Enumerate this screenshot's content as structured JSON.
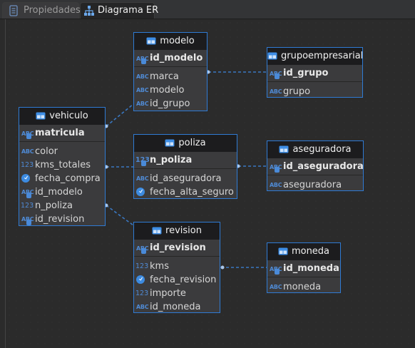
{
  "tabs": [
    {
      "label": "Propiedades",
      "active": false,
      "icon": "document-icon"
    },
    {
      "label": "Diagrama ER",
      "active": true,
      "icon": "er-diagram-icon"
    }
  ],
  "entities": {
    "modelo": {
      "title": "modelo",
      "pk": {
        "name": "id_modelo",
        "type": "string"
      },
      "attrs": [
        {
          "name": "marca",
          "type": "string"
        },
        {
          "name": "modelo",
          "type": "string"
        },
        {
          "name": "id_grupo",
          "type": "string"
        }
      ]
    },
    "grupoempresarial": {
      "title": "grupoempresarial",
      "pk": {
        "name": "id_grupo",
        "type": "string"
      },
      "attrs": [
        {
          "name": "grupo",
          "type": "string"
        }
      ]
    },
    "vehiculo": {
      "title": "vehiculo",
      "pk": {
        "name": "matricula",
        "type": "string"
      },
      "attrs": [
        {
          "name": "color",
          "type": "string"
        },
        {
          "name": "kms_totales",
          "type": "number"
        },
        {
          "name": "fecha_compra",
          "type": "date"
        },
        {
          "name": "id_modelo",
          "type": "string"
        },
        {
          "name": "n_poliza",
          "type": "number"
        },
        {
          "name": "id_revision",
          "type": "string"
        }
      ]
    },
    "poliza": {
      "title": "poliza",
      "pk": {
        "name": "n_poliza",
        "type": "number"
      },
      "attrs": [
        {
          "name": "id_aseguradora",
          "type": "string"
        },
        {
          "name": "fecha_alta_seguro",
          "type": "date"
        }
      ]
    },
    "aseguradora": {
      "title": "aseguradora",
      "pk": {
        "name": "id_aseguradora",
        "type": "string"
      },
      "attrs": [
        {
          "name": "aseguradora",
          "type": "string"
        }
      ]
    },
    "revision": {
      "title": "revision",
      "pk": {
        "name": "id_revision",
        "type": "string"
      },
      "attrs": [
        {
          "name": "kms",
          "type": "number"
        },
        {
          "name": "fecha_revision",
          "type": "date"
        },
        {
          "name": "importe",
          "type": "number"
        },
        {
          "name": "id_moneda",
          "type": "string"
        }
      ]
    },
    "moneda": {
      "title": "moneda",
      "pk": {
        "name": "id_moneda",
        "type": "string"
      },
      "attrs": [
        {
          "name": "moneda",
          "type": "string"
        }
      ]
    }
  },
  "type_icons": {
    "string": "ABC",
    "number": "123",
    "date": "clock-icon"
  },
  "colors": {
    "accent": "#2f7bd4",
    "canvas": "#2b2b2b",
    "header": "#1c1c1e",
    "body": "#3b3b3d"
  }
}
